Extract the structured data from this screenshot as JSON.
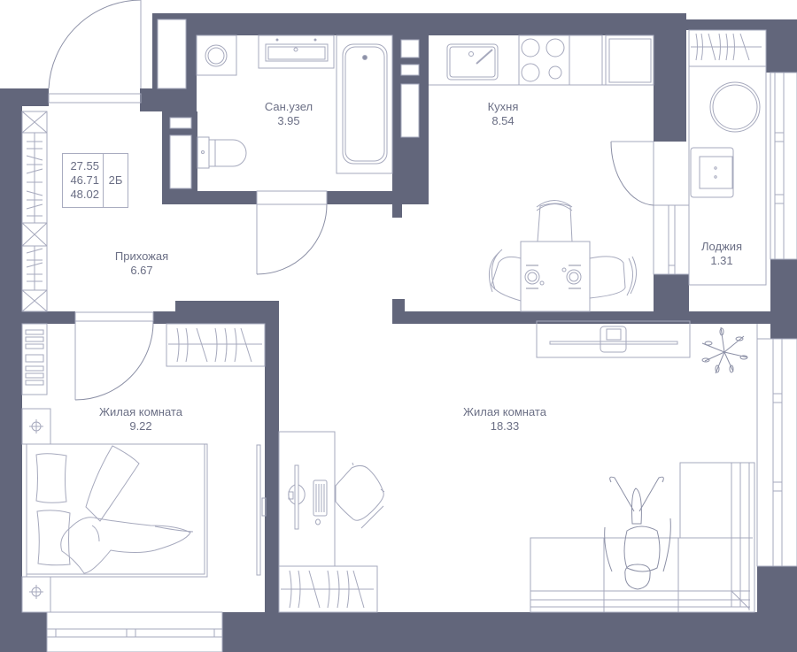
{
  "colors": {
    "wall": "#62667b",
    "line": "#a6a9bd",
    "furniture": "#8c90a6",
    "text": "#6b6f85",
    "background": "#ffffff"
  },
  "apartment": {
    "living_area": "27.55",
    "total_area": "46.71",
    "total_area_with_loggia": "48.02",
    "type": "2Б"
  },
  "rooms": [
    {
      "id": "bathroom",
      "name": "Сан.узел",
      "area": "3.95"
    },
    {
      "id": "kitchen",
      "name": "Кухня",
      "area": "8.54"
    },
    {
      "id": "loggia",
      "name": "Лоджия",
      "area": "1.31"
    },
    {
      "id": "hallway",
      "name": "Прихожая",
      "area": "6.67"
    },
    {
      "id": "bedroom",
      "name": "Жилая комната",
      "area": "9.22"
    },
    {
      "id": "living-room",
      "name": "Жилая комната",
      "area": "18.33"
    }
  ],
  "furniture_icons": [
    "washing-machine-icon",
    "sink-icon",
    "bathtub-icon",
    "toilet-icon",
    "kitchen-sink-icon",
    "stove-icon",
    "fridge-icon",
    "dining-table-icon",
    "chair-icon",
    "round-table-icon",
    "armchair-icon",
    "wardrobe-icon",
    "bed-icon",
    "tv-stand-icon",
    "plant-icon",
    "desk-icon",
    "office-chair-icon",
    "sofa-icon",
    "door-icon",
    "window-icon"
  ]
}
